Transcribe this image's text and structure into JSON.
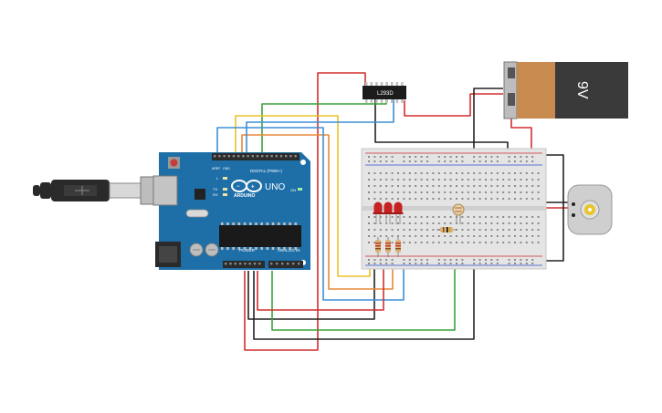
{
  "arduino": {
    "brand": "ARDUINO",
    "model": "UNO",
    "digital_label": "DIGITAL (PWM~)",
    "analog_label": "ANALOG IN",
    "power_label": "POWER",
    "on_label": "ON",
    "led_l": "L",
    "led_tx": "TX",
    "led_rx": "RX",
    "aref_label": "AREF",
    "gnd_label": "GND",
    "board_color": "#1e6fa8",
    "header_color": "#2b2b2b"
  },
  "motor_driver": {
    "label": "L293D",
    "color": "#1c1c1c"
  },
  "battery": {
    "label": "9V",
    "body_color": "#c88a4f",
    "cap_color": "#3a3a3a"
  },
  "breadboard": {
    "body_color": "#e4e4e4",
    "rail_red": "#d12a2a",
    "rail_blue": "#2a4fd1"
  },
  "leds": {
    "color": "#c62222",
    "count": 3
  },
  "motor": {
    "body_color": "#cfcfcf",
    "hub_color": "#e8c52b"
  },
  "usb": {
    "color": "#2a2a2a"
  },
  "wire_colors": {
    "red": "#d32f2f",
    "black": "#222222",
    "green": "#3aa23a",
    "yellow": "#e8c22a",
    "blue": "#3d8fd6",
    "orange": "#e9893a"
  }
}
